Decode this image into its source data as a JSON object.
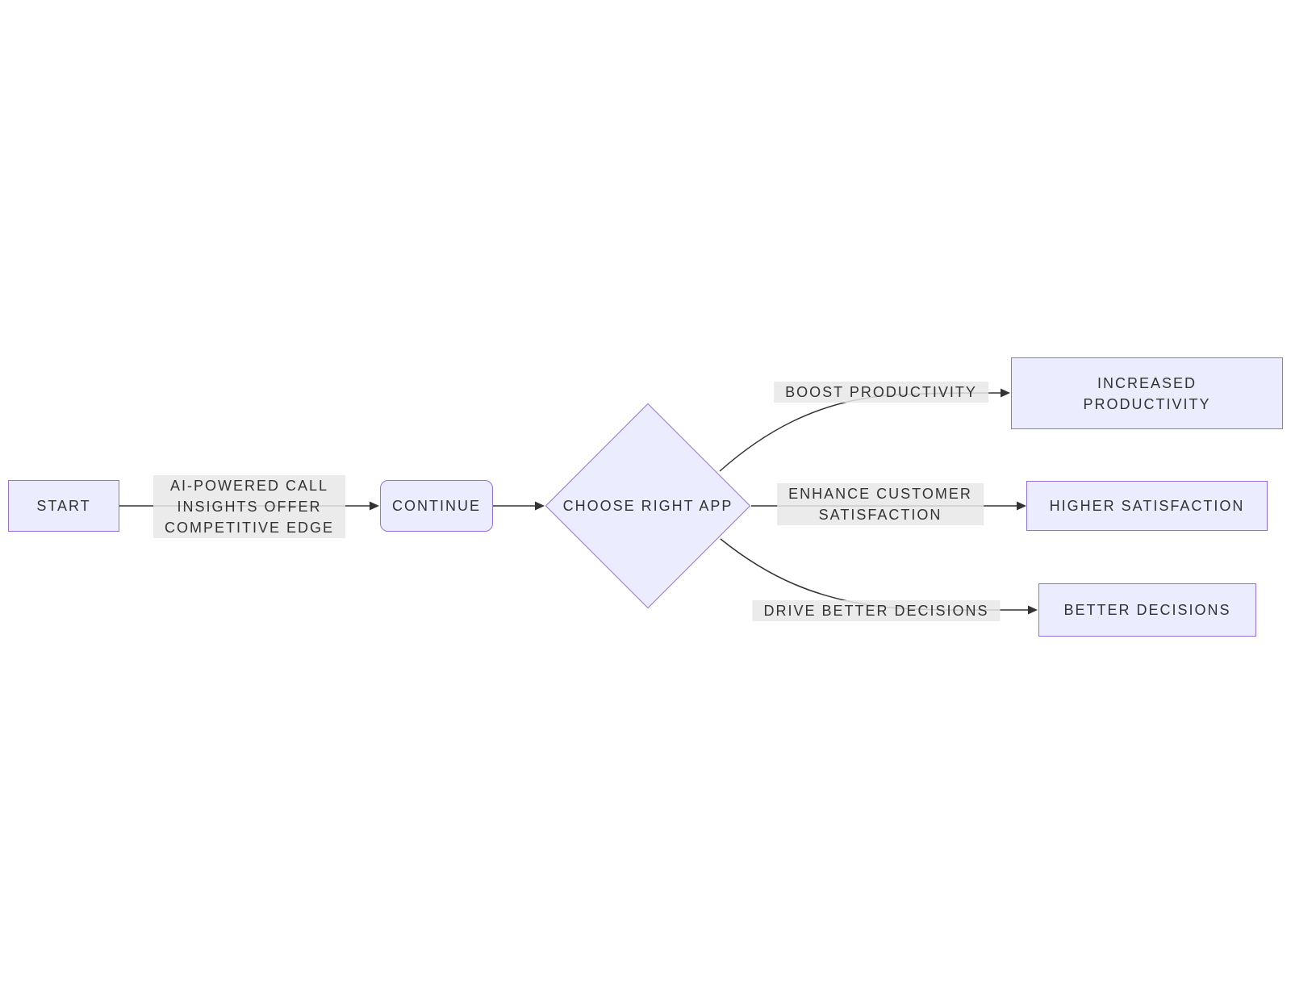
{
  "diagram": {
    "type": "flowchart",
    "direction": "left-to-right",
    "nodes": [
      {
        "id": "start",
        "shape": "rectangle",
        "label": "START",
        "lines": [
          "START"
        ]
      },
      {
        "id": "continue",
        "shape": "rounded-rectangle",
        "label": "CONTINUE",
        "lines": [
          "CONTINUE"
        ]
      },
      {
        "id": "choose-right-app",
        "shape": "diamond",
        "label": "CHOOSE RIGHT APP",
        "lines": [
          "CHOOSE RIGHT APP"
        ]
      },
      {
        "id": "increased-productivity",
        "shape": "rectangle",
        "label": "INCREASED PRODUCTIVITY",
        "lines": [
          "INCREASED",
          "PRODUCTIVITY"
        ]
      },
      {
        "id": "higher-satisfaction",
        "shape": "rectangle",
        "label": "HIGHER SATISFACTION",
        "lines": [
          "HIGHER SATISFACTION"
        ]
      },
      {
        "id": "better-decisions",
        "shape": "rectangle",
        "label": "BETTER DECISIONS",
        "lines": [
          "BETTER DECISIONS"
        ]
      }
    ],
    "edges": [
      {
        "from": "start",
        "to": "continue",
        "label": "AI-POWERED CALL INSIGHTS OFFER COMPETITIVE EDGE",
        "label_lines": [
          "AI-POWERED CALL",
          "INSIGHTS OFFER",
          "COMPETITIVE EDGE"
        ]
      },
      {
        "from": "continue",
        "to": "choose-right-app",
        "label": "",
        "label_lines": []
      },
      {
        "from": "choose-right-app",
        "to": "increased-productivity",
        "label": "BOOST PRODUCTIVITY",
        "label_lines": [
          "BOOST PRODUCTIVITY"
        ]
      },
      {
        "from": "choose-right-app",
        "to": "higher-satisfaction",
        "label": "ENHANCE CUSTOMER SATISFACTION",
        "label_lines": [
          "ENHANCE CUSTOMER",
          "SATISFACTION"
        ]
      },
      {
        "from": "choose-right-app",
        "to": "better-decisions",
        "label": "DRIVE BETTER DECISIONS",
        "label_lines": [
          "DRIVE BETTER DECISIONS"
        ]
      }
    ]
  },
  "colors": {
    "canvas_bg": "#ffffff",
    "node_fill": "#ECECFF",
    "node_border": "#9370DB",
    "edge": "#333333",
    "label_bg": "rgba(232,232,232,0.85)",
    "text": "#333333"
  }
}
